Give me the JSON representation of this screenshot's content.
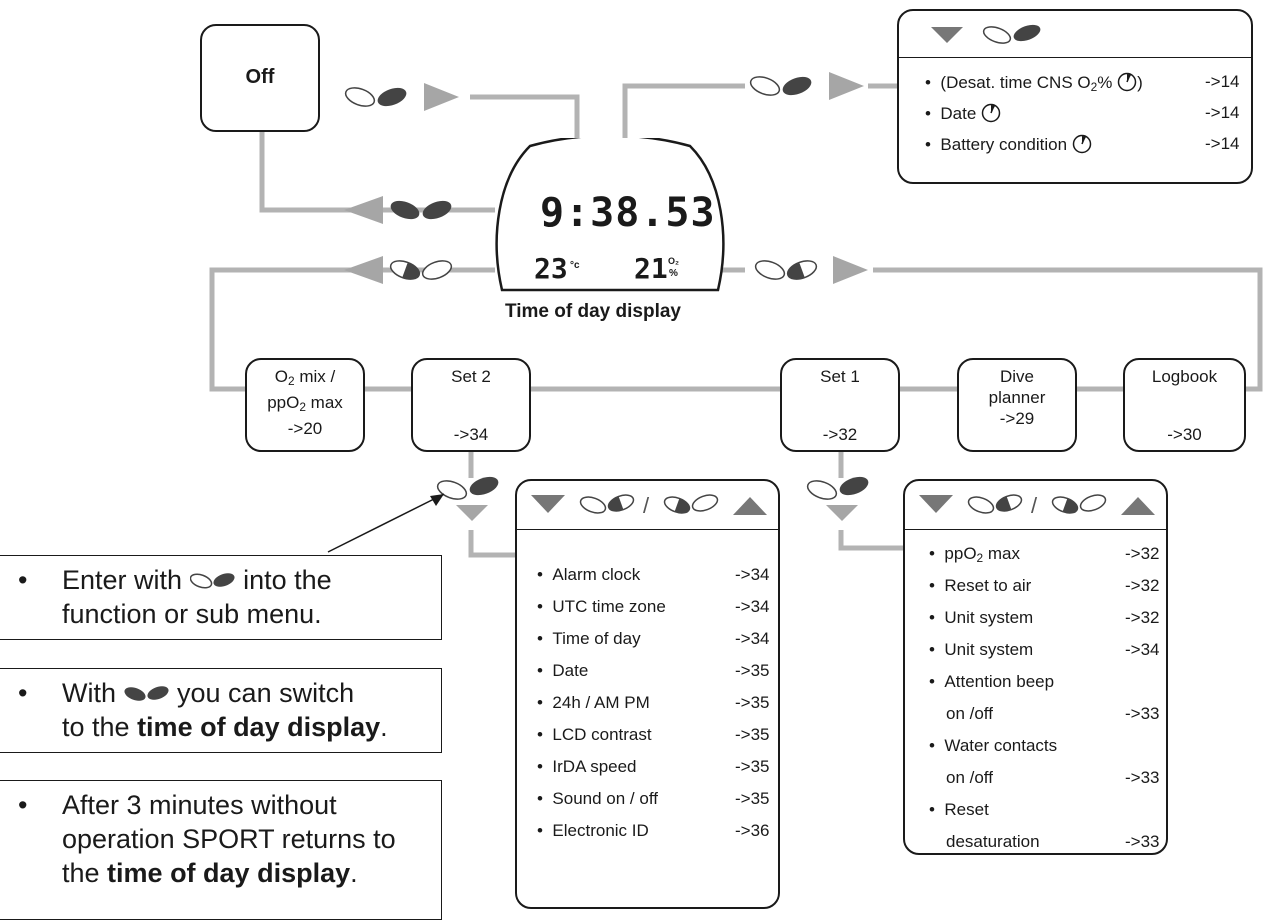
{
  "nodes": {
    "off": "Off",
    "watch_caption": "Time of day display",
    "lcd_time": "9:38.53",
    "lcd_temp": "23",
    "lcd_temp_unit": "°c",
    "lcd_o2": "21",
    "lcd_o2_unit_top": "O₂",
    "lcd_o2_unit_bot": "%",
    "o2mix": {
      "line1": "O",
      "sub1": "2",
      "line1b": " mix /",
      "line2": "ppO",
      "sub2": "2",
      "line2b": " max",
      "ref": "->20"
    },
    "set2": {
      "title": "Set 2",
      "ref": "->34"
    },
    "set1": {
      "title": "Set 1",
      "ref": "->32"
    },
    "planner": {
      "title1": "Dive",
      "title2": "planner",
      "ref": "->29"
    },
    "logbook": {
      "title": "Logbook",
      "ref": "->30"
    }
  },
  "info_menu": {
    "items": [
      {
        "label": "(Desat. time CNS O",
        "sub": "2",
        "label2": "% ",
        "clock": true,
        "close": ")",
        "ref": "->14"
      },
      {
        "label": "Date ",
        "clock": true,
        "ref": "->14"
      },
      {
        "label": "Battery condition ",
        "clock": true,
        "ref": "->14"
      }
    ]
  },
  "set2_menu": {
    "separator": "/",
    "items": [
      {
        "label": "Alarm clock",
        "ref": "->34"
      },
      {
        "label": "UTC time zone",
        "ref": "->34"
      },
      {
        "label": "Time of day",
        "ref": "->34"
      },
      {
        "label": "Date",
        "ref": "->35"
      },
      {
        "label": "24h / AM PM",
        "ref": "->35"
      },
      {
        "label": "LCD contrast",
        "ref": "->35"
      },
      {
        "label": "IrDA speed",
        "ref": "->35"
      },
      {
        "label": "Sound on / off",
        "ref": "->35"
      },
      {
        "label": "Electronic ID",
        "ref": "->36"
      }
    ]
  },
  "set1_menu": {
    "separator": "/",
    "items": [
      {
        "label": "ppO",
        "sub": "2",
        "label2": " max",
        "ref": "->32"
      },
      {
        "label": "Reset to air",
        "ref": "->32"
      },
      {
        "label": "Unit system",
        "ref": "->32"
      },
      {
        "label": "Unit system",
        "ref": "->34"
      },
      {
        "label": "Attention beep",
        "label_cont": "on /off",
        "ref": "->33"
      },
      {
        "label": "Water contacts",
        "label_cont": "on /off",
        "ref": "->33"
      },
      {
        "label": "Reset",
        "label_cont": "desaturation",
        "ref": "->33"
      }
    ]
  },
  "notes": {
    "bullet": "•",
    "note1": {
      "line1a": "Enter with ",
      "line1b": " into the",
      "line2": "function or sub menu."
    },
    "note2": {
      "line1a": "With ",
      "line1b": " you can switch",
      "line2a": "to the ",
      "line2b": "time of day display",
      "line2c": "."
    },
    "note3": {
      "line1": "After 3 minutes without",
      "line2": "operation SPORT returns to",
      "line3a": "the ",
      "line3b": "time of day display",
      "line3c": "."
    }
  }
}
